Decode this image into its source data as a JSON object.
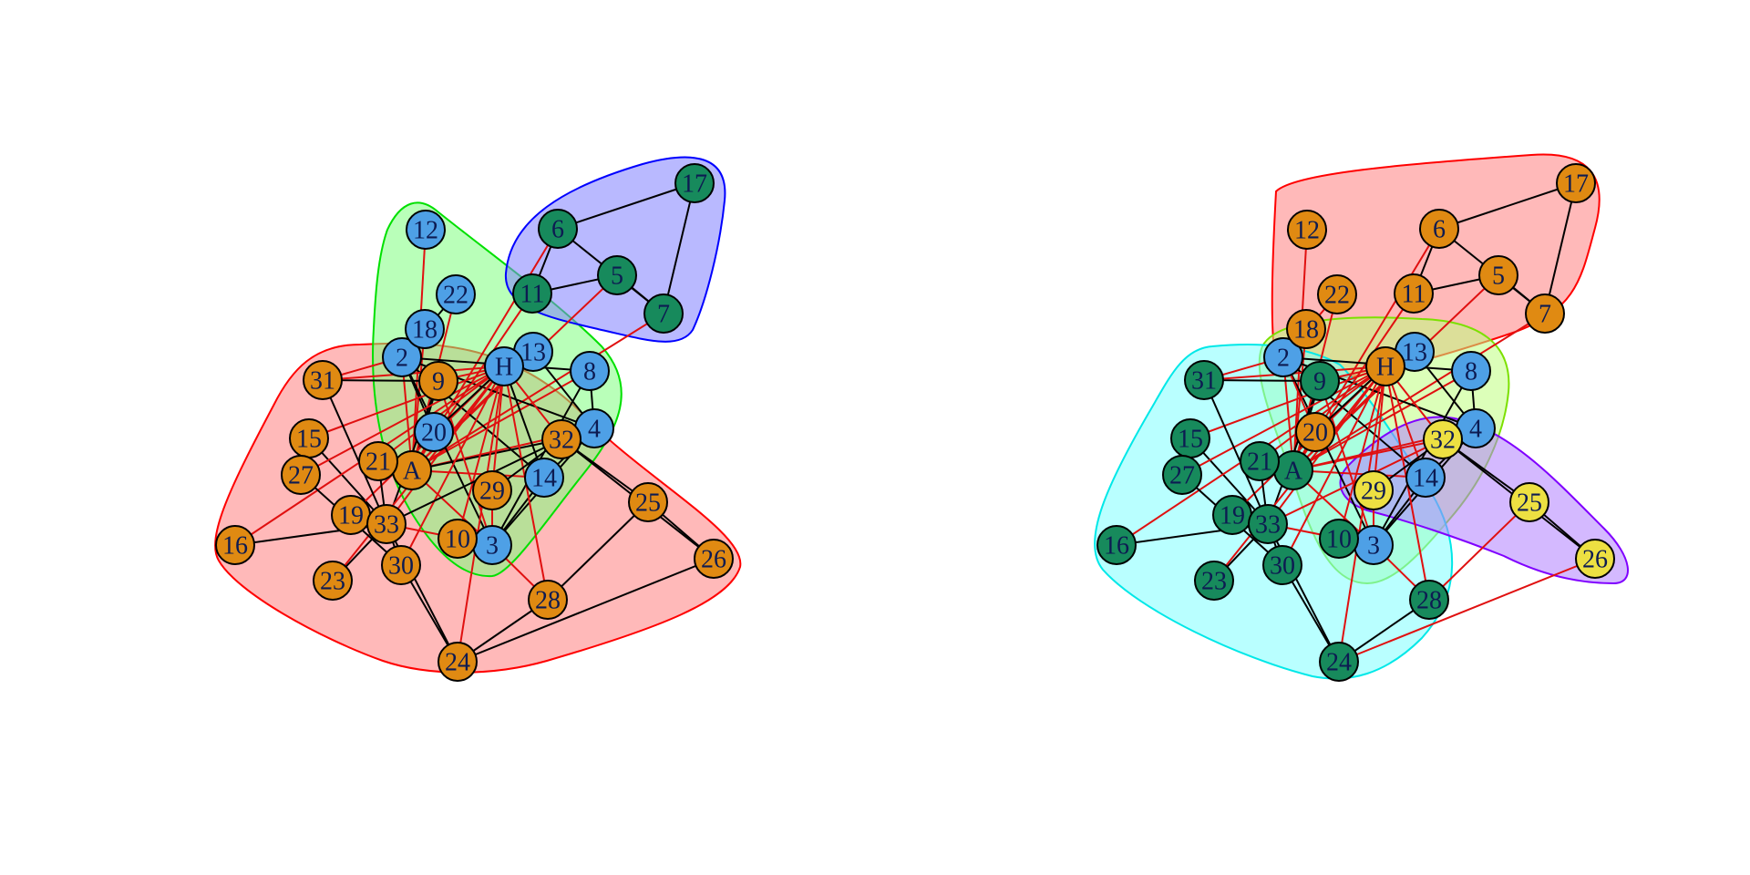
{
  "graph_nodes": [
    "A",
    "2",
    "3",
    "4",
    "5",
    "6",
    "7",
    "8",
    "9",
    "10",
    "11",
    "12",
    "13",
    "14",
    "15",
    "16",
    "17",
    "18",
    "19",
    "20",
    "21",
    "22",
    "23",
    "24",
    "25",
    "26",
    "27",
    "28",
    "29",
    "30",
    "31",
    "32",
    "33",
    "H"
  ],
  "colors": {
    "blue": "#4ea0e6",
    "orange": "#e08a12",
    "green": "#178a5c",
    "yellow": "#ede042",
    "edge_between": "#e01010",
    "edge_within": "#000000",
    "hull_red_fill": "#ff8080",
    "hull_red_stroke": "#ff0000",
    "hull_green_fill": "#80ff80",
    "hull_green_stroke": "#00e000",
    "hull_blue_fill": "#8080ff",
    "hull_blue_stroke": "#0000ff",
    "hull_cyan_fill": "#80ffff",
    "hull_cyan_stroke": "#00e8e8",
    "hull_lime_fill": "#c0ff80",
    "hull_lime_stroke": "#7ce000",
    "hull_purple_fill": "#b080ff",
    "hull_purple_stroke": "#8000ff"
  },
  "panels": [
    {
      "id": "left",
      "node_colors": {
        "orange": [
          "A",
          "9",
          "10",
          "15",
          "16",
          "19",
          "21",
          "23",
          "24",
          "25",
          "26",
          "27",
          "28",
          "29",
          "30",
          "31",
          "32",
          "33"
        ],
        "blue": [
          "2",
          "3",
          "4",
          "8",
          "12",
          "13",
          "14",
          "18",
          "20",
          "22",
          "H"
        ],
        "green": [
          "5",
          "6",
          "7",
          "11",
          "17"
        ]
      },
      "communities": [
        {
          "color": "red",
          "members": [
            "A",
            "9",
            "10",
            "15",
            "16",
            "19",
            "21",
            "23",
            "24",
            "25",
            "26",
            "27",
            "28",
            "29",
            "30",
            "31",
            "32",
            "33"
          ]
        },
        {
          "color": "green",
          "members": [
            "2",
            "3",
            "4",
            "8",
            "12",
            "13",
            "14",
            "18",
            "20",
            "22",
            "H"
          ]
        },
        {
          "color": "blue",
          "members": [
            "5",
            "6",
            "7",
            "11",
            "17"
          ]
        }
      ]
    },
    {
      "id": "right",
      "node_colors": {
        "orange": [
          "5",
          "6",
          "7",
          "11",
          "12",
          "17",
          "18",
          "20",
          "22",
          "H"
        ],
        "blue": [
          "2",
          "3",
          "4",
          "8",
          "13",
          "14"
        ],
        "green": [
          "A",
          "9",
          "10",
          "15",
          "16",
          "19",
          "21",
          "23",
          "24",
          "27",
          "28",
          "30",
          "31",
          "33"
        ],
        "yellow": [
          "25",
          "26",
          "29",
          "32"
        ]
      },
      "communities": [
        {
          "color": "red",
          "members": [
            "5",
            "6",
            "7",
            "11",
            "12",
            "17",
            "18",
            "20",
            "22",
            "H"
          ]
        },
        {
          "color": "lime",
          "members": [
            "2",
            "3",
            "4",
            "8",
            "13",
            "14"
          ]
        },
        {
          "color": "cyan",
          "members": [
            "A",
            "9",
            "10",
            "15",
            "16",
            "19",
            "21",
            "23",
            "24",
            "27",
            "28",
            "30",
            "31",
            "33"
          ]
        },
        {
          "color": "purple",
          "members": [
            "25",
            "26",
            "29",
            "32"
          ]
        }
      ]
    }
  ],
  "edges": [
    [
      "A",
      "2"
    ],
    [
      "A",
      "3"
    ],
    [
      "A",
      "4"
    ],
    [
      "A",
      "5"
    ],
    [
      "A",
      "6"
    ],
    [
      "A",
      "7"
    ],
    [
      "A",
      "8"
    ],
    [
      "A",
      "9"
    ],
    [
      "A",
      "11"
    ],
    [
      "A",
      "12"
    ],
    [
      "A",
      "13"
    ],
    [
      "A",
      "14"
    ],
    [
      "A",
      "18"
    ],
    [
      "A",
      "20"
    ],
    [
      "A",
      "22"
    ],
    [
      "A",
      "32"
    ],
    [
      "2",
      "3"
    ],
    [
      "2",
      "4"
    ],
    [
      "2",
      "8"
    ],
    [
      "2",
      "14"
    ],
    [
      "2",
      "18"
    ],
    [
      "2",
      "20"
    ],
    [
      "2",
      "22"
    ],
    [
      "2",
      "31"
    ],
    [
      "3",
      "4"
    ],
    [
      "3",
      "8"
    ],
    [
      "3",
      "9"
    ],
    [
      "3",
      "10"
    ],
    [
      "3",
      "14"
    ],
    [
      "3",
      "28"
    ],
    [
      "3",
      "29"
    ],
    [
      "3",
      "33"
    ],
    [
      "4",
      "8"
    ],
    [
      "4",
      "13"
    ],
    [
      "4",
      "14"
    ],
    [
      "5",
      "7"
    ],
    [
      "5",
      "11"
    ],
    [
      "6",
      "7"
    ],
    [
      "6",
      "11"
    ],
    [
      "6",
      "17"
    ],
    [
      "7",
      "17"
    ],
    [
      "9",
      "31"
    ],
    [
      "9",
      "33"
    ],
    [
      "9",
      "H"
    ],
    [
      "10",
      "H"
    ],
    [
      "14",
      "H"
    ],
    [
      "15",
      "33"
    ],
    [
      "15",
      "H"
    ],
    [
      "16",
      "33"
    ],
    [
      "16",
      "H"
    ],
    [
      "19",
      "33"
    ],
    [
      "19",
      "H"
    ],
    [
      "20",
      "H"
    ],
    [
      "21",
      "33"
    ],
    [
      "21",
      "H"
    ],
    [
      "23",
      "33"
    ],
    [
      "23",
      "H"
    ],
    [
      "24",
      "26"
    ],
    [
      "24",
      "28"
    ],
    [
      "24",
      "30"
    ],
    [
      "24",
      "33"
    ],
    [
      "24",
      "H"
    ],
    [
      "25",
      "26"
    ],
    [
      "25",
      "28"
    ],
    [
      "25",
      "32"
    ],
    [
      "26",
      "32"
    ],
    [
      "27",
      "30"
    ],
    [
      "27",
      "H"
    ],
    [
      "28",
      "H"
    ],
    [
      "29",
      "32"
    ],
    [
      "29",
      "H"
    ],
    [
      "30",
      "33"
    ],
    [
      "30",
      "H"
    ],
    [
      "31",
      "33"
    ],
    [
      "31",
      "H"
    ],
    [
      "32",
      "33"
    ],
    [
      "32",
      "H"
    ],
    [
      "33",
      "H"
    ]
  ]
}
